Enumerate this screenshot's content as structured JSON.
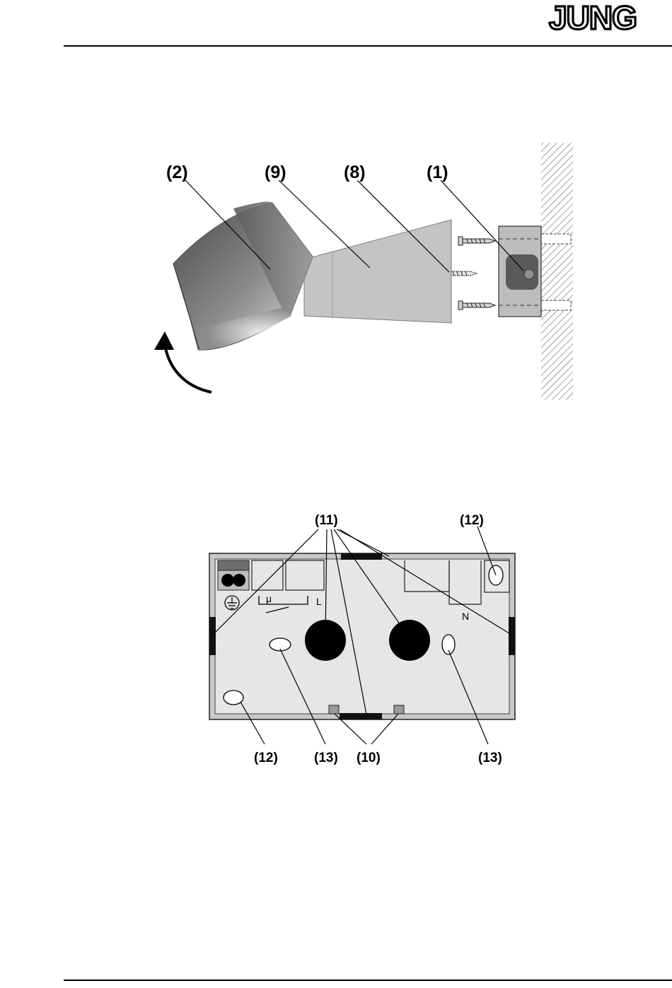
{
  "header": {
    "brand": "JUNG"
  },
  "figure_mounting": {
    "callouts": [
      "(2)",
      "(9)",
      "(8)",
      "(1)"
    ]
  },
  "figure_box": {
    "callouts": {
      "c11": "(11)",
      "c12_top": "(12)",
      "c12_bottom": "(12)",
      "c13_left": "(13)",
      "c10": "(10)",
      "c13_right": "(13)"
    },
    "terminal_labels": {
      "mu": "μ",
      "L": "L",
      "N": "N"
    }
  },
  "colors": {
    "line": "#000000",
    "housing_gray": "#c8c8c8",
    "dark_gray": "#5a5a5a"
  }
}
